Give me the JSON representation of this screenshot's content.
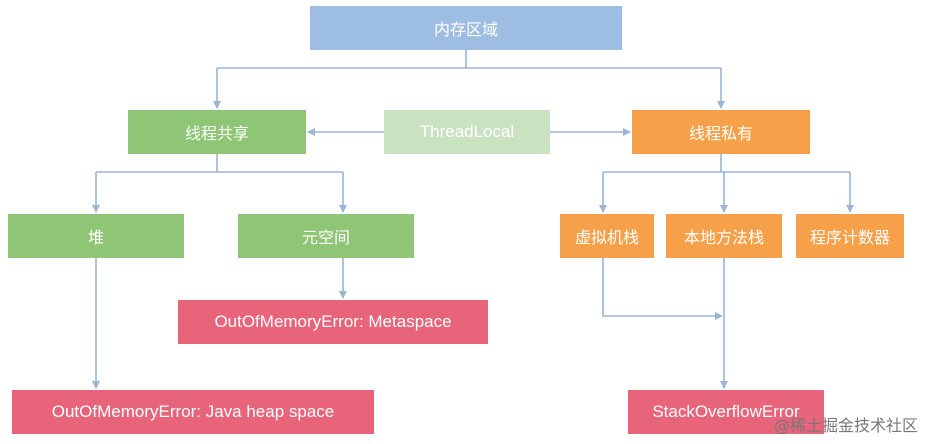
{
  "nodes": {
    "root": "内存区域",
    "thread_shared": "线程共享",
    "thread_local": "ThreadLocal",
    "thread_private": "线程私有",
    "heap": "堆",
    "metaspace": "元空间",
    "oom_metaspace": "OutOfMemoryError: Metaspace",
    "oom_heap": "OutOfMemoryError: Java heap space",
    "vm_stack": "虚拟机栈",
    "native_method_stack": "本地方法栈",
    "program_counter": "程序计数器",
    "stack_overflow": "StackOverflowError"
  },
  "watermark": "@稀土掘金技术社区",
  "colors": {
    "root": "#9ebde3",
    "shared": "#8fc675",
    "thread_local": "#c9e2c0",
    "private": "#f6a14a",
    "error": "#e8647a",
    "edge": "#9ab6d6"
  }
}
